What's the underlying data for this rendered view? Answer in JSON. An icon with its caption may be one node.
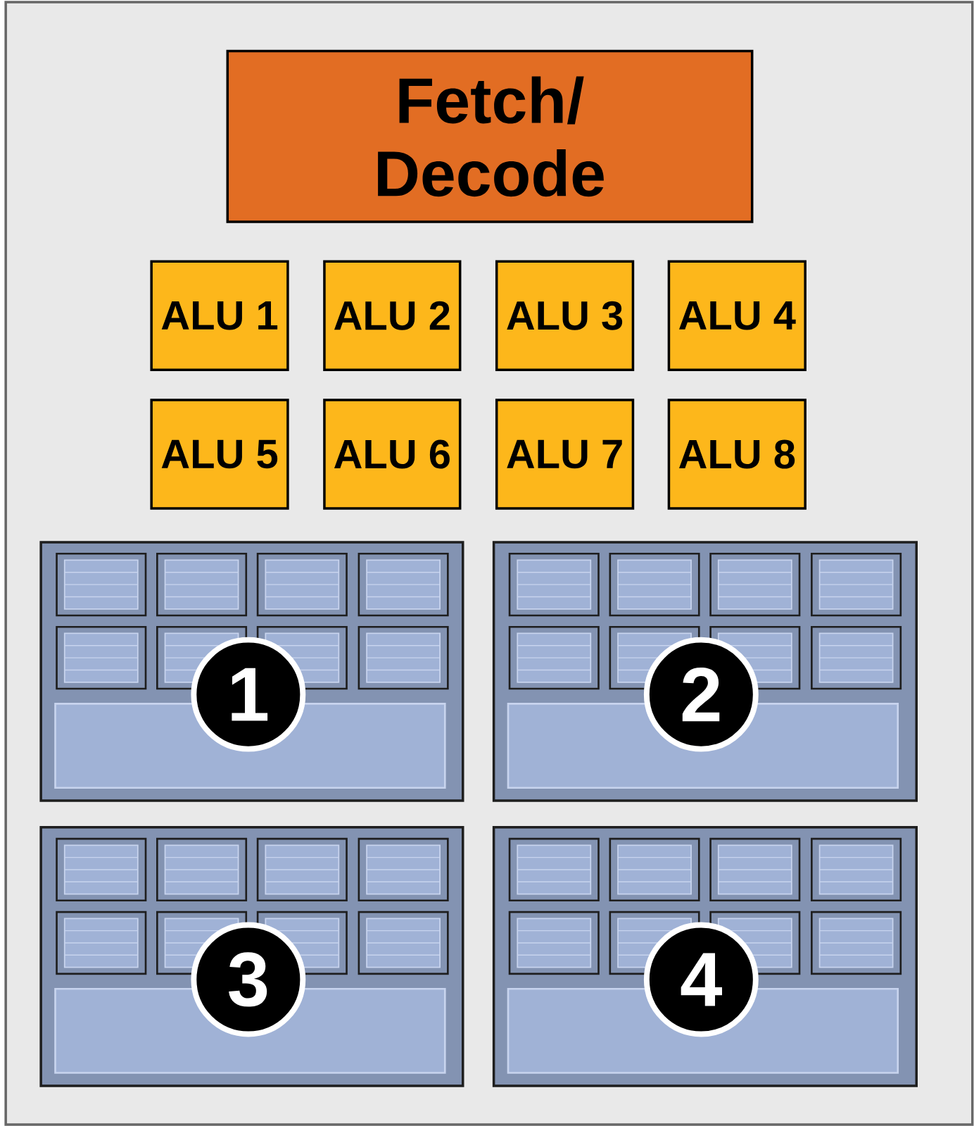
{
  "diagram": {
    "nodes": [
      {
        "text": [
          "Fetch/ Decode"
        ]
      },
      {
        "text": [
          "ALU 1"
        ]
      },
      {
        "text": [
          "ALU 2"
        ]
      },
      {
        "text": [
          "ALU 3"
        ]
      },
      {
        "text": [
          "ALU 4"
        ]
      },
      {
        "text": [
          "ALU 5"
        ]
      },
      {
        "text": [
          "ALU 6"
        ]
      },
      {
        "text": [
          "ALU 7"
        ]
      },
      {
        "text": [
          "ALU 8"
        ]
      },
      {
        "text": [],
        "shape": "box"
      },
      {
        "text": [
          "1"
        ],
        "in": 9
      },
      {
        "text": [],
        "shape": "box"
      },
      {
        "text": [
          "2"
        ],
        "in": 11
      },
      {
        "text": [],
        "shape": "box"
      },
      {
        "text": [
          "3"
        ],
        "in": 13
      },
      {
        "text": [],
        "shape": "box"
      },
      {
        "text": [
          "4"
        ],
        "in": 15
      }
    ],
    "edges": []
  }
}
